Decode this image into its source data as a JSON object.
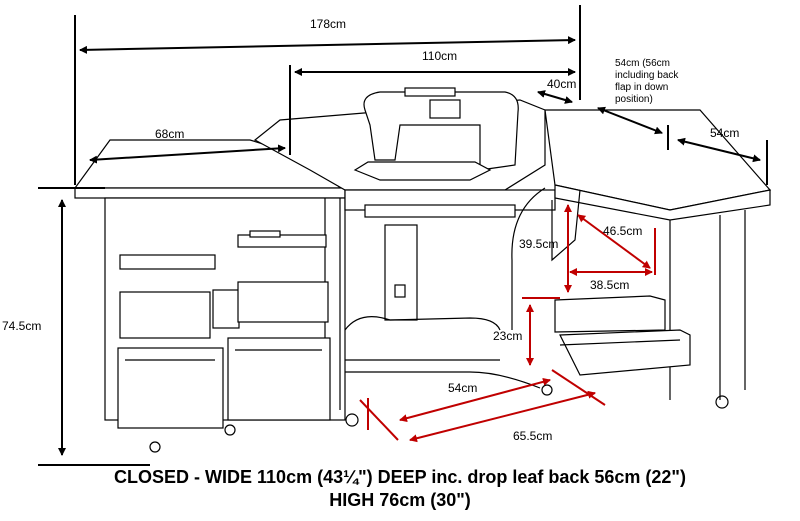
{
  "dimensions": {
    "total_width": "178cm",
    "cabinet_width": "110cm",
    "left_leaf": "68cm",
    "rear_flap": "40cm",
    "right_leaf_note": [
      "54cm (56cm",
      "including back",
      "flap in down",
      "position)"
    ],
    "right_leaf_depth": "54cm",
    "height": "74.5cm",
    "drawer_height": "39.5cm",
    "drawer_depth": "46.5cm",
    "drawer_width": "38.5cm",
    "lift_height": "23cm",
    "floor_depth_inner": "54cm",
    "floor_depth_outer": "65.5cm"
  },
  "caption": {
    "line1": "CLOSED - WIDE 110cm (43¼\") DEEP inc. drop leaf back 56cm (22\")",
    "line2": "HIGH 76cm (30\")"
  },
  "colors": {
    "black_dimension": "#000000",
    "red_dimension": "#c00000",
    "line_art": "#000000"
  }
}
